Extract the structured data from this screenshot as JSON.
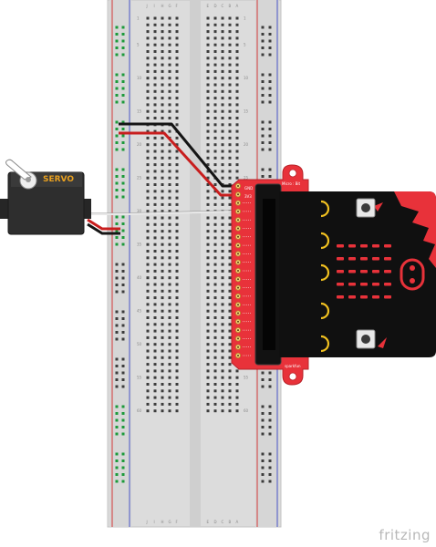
{
  "servo": {
    "label": "SERVO"
  },
  "breakout": {
    "label_top": "Micro : Bit",
    "label_bottom": "sparkfun",
    "pin_label_a": "GND",
    "pin_label_b": "3V3"
  },
  "breadboard": {
    "row_numbers": [
      "1",
      "5",
      "10",
      "15",
      "20",
      "25",
      "30",
      "35",
      "40",
      "45",
      "50",
      "55",
      "60"
    ],
    "column_letters": [
      "J",
      "I",
      "H",
      "G",
      "F",
      "E",
      "D",
      "C",
      "B",
      "A"
    ]
  },
  "watermark": {
    "text": "fritzing"
  },
  "colors": {
    "breadboard_body": "#dcdcdc",
    "breadboard_hole": "#3c3c3c",
    "rail_red": "#d43a3a",
    "rail_blue": "#4a55c8",
    "rail_hole_green": "#1c9a3a",
    "breakout_red": "#e8323a",
    "microbit_black": "#101010",
    "microbit_led": "#e8323a",
    "wire_black": "#151515",
    "wire_red": "#c81e1e",
    "wire_signal": "#e8e8e8",
    "servo_body": "#2e2e2e",
    "servo_label": "#e8a020"
  }
}
